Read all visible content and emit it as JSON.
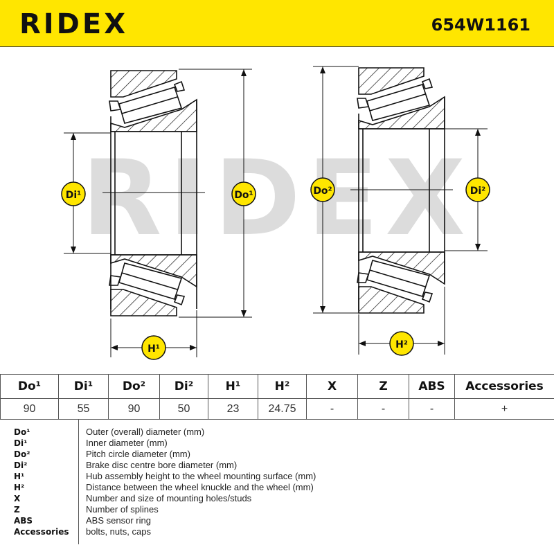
{
  "header": {
    "logo": "RIDEX",
    "part_number": "654W1161"
  },
  "diagram": {
    "watermark": "RIDEX",
    "labels": {
      "di1": "Di¹",
      "do1": "Do¹",
      "h1": "H¹",
      "do2": "Do²",
      "di2": "Di²",
      "h2": "H²"
    }
  },
  "table": {
    "headers": [
      "Do¹",
      "Di¹",
      "Do²",
      "Di²",
      "H¹",
      "H²",
      "X",
      "Z",
      "ABS",
      "Accessories"
    ],
    "values": [
      "90",
      "55",
      "90",
      "50",
      "23",
      "24.75",
      "-",
      "-",
      "-",
      "+"
    ]
  },
  "legend": [
    {
      "key": "Do¹",
      "desc": "Outer (overall) diameter (mm)"
    },
    {
      "key": "Di¹",
      "desc": "Inner diameter (mm)"
    },
    {
      "key": "Do²",
      "desc": "Pitch circle diameter (mm)"
    },
    {
      "key": "Di²",
      "desc": "Brake disc centre bore diameter (mm)"
    },
    {
      "key": "H¹",
      "desc": "Hub assembly height to the wheel mounting surface (mm)"
    },
    {
      "key": "H²",
      "desc": "Distance between the wheel knuckle and the wheel (mm)"
    },
    {
      "key": "X",
      "desc": "Number and size of mounting holes/studs"
    },
    {
      "key": "Z",
      "desc": "Number of splines"
    },
    {
      "key": "ABS",
      "desc": "ABS sensor ring"
    },
    {
      "key": "Accessories",
      "desc": "bolts, nuts, caps"
    }
  ],
  "colors": {
    "header_bg": "#ffe600",
    "badge": "#ffe600",
    "line": "#111111",
    "watermark": "#d9d9d9"
  }
}
